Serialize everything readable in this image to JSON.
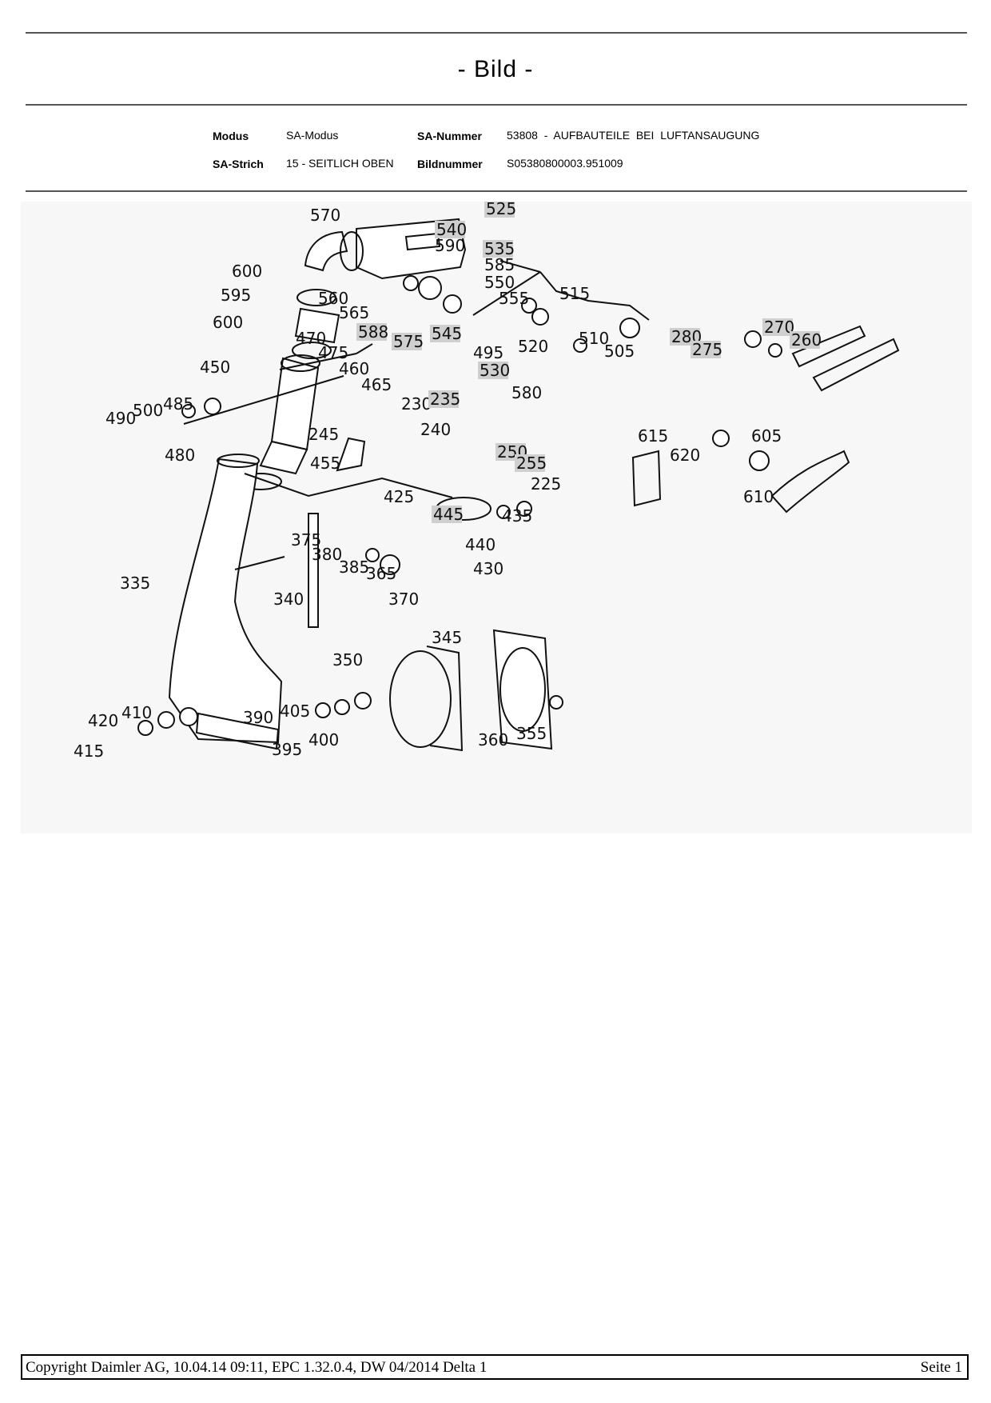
{
  "page_title": "- Bild -",
  "meta": {
    "modus_label": "Modus",
    "modus_value": "SA-Modus",
    "sa_nummer_label": "SA-Nummer",
    "sa_nummer_value": "53808  -  AUFBAUTEILE  BEI  LUFTANSAUGUNG",
    "sa_strich_label": "SA-Strich",
    "sa_strich_value": "15 - SEITLICH OBEN",
    "bildnummer_label": "Bildnummer",
    "bildnummer_value": "S05380800003.951009"
  },
  "diagram": {
    "labels": [
      {
        "text": "570",
        "hl": false
      },
      {
        "text": "525",
        "hl": true
      },
      {
        "text": "540",
        "hl": true
      },
      {
        "text": "590",
        "hl": false
      },
      {
        "text": "535",
        "hl": true
      },
      {
        "text": "585",
        "hl": false
      },
      {
        "text": "550",
        "hl": false
      },
      {
        "text": "600",
        "hl": false
      },
      {
        "text": "595",
        "hl": false
      },
      {
        "text": "560",
        "hl": false
      },
      {
        "text": "565",
        "hl": false
      },
      {
        "text": "555",
        "hl": false
      },
      {
        "text": "515",
        "hl": false
      },
      {
        "text": "600",
        "hl": false
      },
      {
        "text": "588",
        "hl": true
      },
      {
        "text": "575",
        "hl": true
      },
      {
        "text": "545",
        "hl": true
      },
      {
        "text": "470",
        "hl": false
      },
      {
        "text": "475",
        "hl": false
      },
      {
        "text": "495",
        "hl": false
      },
      {
        "text": "520",
        "hl": false
      },
      {
        "text": "510",
        "hl": false
      },
      {
        "text": "505",
        "hl": false
      },
      {
        "text": "280",
        "hl": true
      },
      {
        "text": "275",
        "hl": true
      },
      {
        "text": "270",
        "hl": true
      },
      {
        "text": "260",
        "hl": true
      },
      {
        "text": "450",
        "hl": false
      },
      {
        "text": "460",
        "hl": false
      },
      {
        "text": "530",
        "hl": true
      },
      {
        "text": "580",
        "hl": false
      },
      {
        "text": "465",
        "hl": false
      },
      {
        "text": "230",
        "hl": false
      },
      {
        "text": "235",
        "hl": true
      },
      {
        "text": "500",
        "hl": false
      },
      {
        "text": "485",
        "hl": false
      },
      {
        "text": "490",
        "hl": false
      },
      {
        "text": "245",
        "hl": false
      },
      {
        "text": "240",
        "hl": false
      },
      {
        "text": "615",
        "hl": false
      },
      {
        "text": "605",
        "hl": false
      },
      {
        "text": "480",
        "hl": false
      },
      {
        "text": "250",
        "hl": true
      },
      {
        "text": "255",
        "hl": true
      },
      {
        "text": "455",
        "hl": false
      },
      {
        "text": "620",
        "hl": false
      },
      {
        "text": "225",
        "hl": false
      },
      {
        "text": "425",
        "hl": false
      },
      {
        "text": "610",
        "hl": false
      },
      {
        "text": "445",
        "hl": true
      },
      {
        "text": "435",
        "hl": false
      },
      {
        "text": "375",
        "hl": false
      },
      {
        "text": "440",
        "hl": false
      },
      {
        "text": "380",
        "hl": false
      },
      {
        "text": "385",
        "hl": false
      },
      {
        "text": "365",
        "hl": false
      },
      {
        "text": "430",
        "hl": false
      },
      {
        "text": "335",
        "hl": false
      },
      {
        "text": "340",
        "hl": false
      },
      {
        "text": "370",
        "hl": false
      },
      {
        "text": "345",
        "hl": false
      },
      {
        "text": "350",
        "hl": false
      },
      {
        "text": "405",
        "hl": false
      },
      {
        "text": "410",
        "hl": false
      },
      {
        "text": "420",
        "hl": false
      },
      {
        "text": "390",
        "hl": false
      },
      {
        "text": "355",
        "hl": false
      },
      {
        "text": "395",
        "hl": false
      },
      {
        "text": "400",
        "hl": false
      },
      {
        "text": "360",
        "hl": false
      },
      {
        "text": "415",
        "hl": false
      }
    ]
  },
  "footer": {
    "copyright": "Copyright Daimler AG, 10.04.14 09:11, EPC 1.32.0.4, DW 04/2014 Delta 1",
    "page": "Seite 1"
  }
}
